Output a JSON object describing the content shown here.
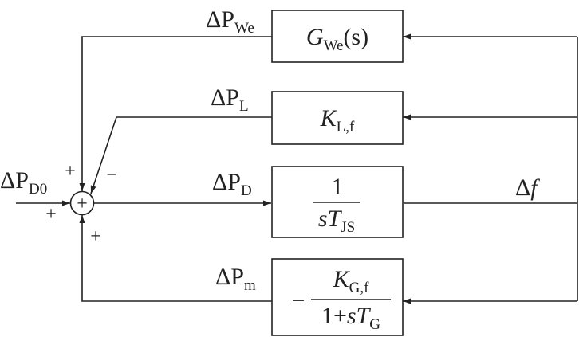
{
  "signals": {
    "dP_We": {
      "main": "ΔP",
      "sub": "We"
    },
    "dP_L": {
      "main": "ΔP",
      "sub": "L"
    },
    "dP_D": {
      "main": "ΔP",
      "sub": "D"
    },
    "dP_m": {
      "main": "ΔP",
      "sub": "m"
    },
    "dP_D0": {
      "main": "ΔP",
      "sub": "D0"
    },
    "df": {
      "delta": "Δ",
      "var": "f"
    }
  },
  "blocks": {
    "wind": {
      "name": "G",
      "sub": "We",
      "arg": "(s)"
    },
    "load": {
      "name": "K",
      "sub": "L,f"
    },
    "inertia": {
      "num": "1",
      "den_s": "s",
      "den_T": "T",
      "den_sub": "JS"
    },
    "gen": {
      "minus": "−",
      "num_K": "K",
      "num_sub": "G,f",
      "den_pre": "1+",
      "den_s": "s",
      "den_T": "T",
      "den_sub": "G"
    }
  },
  "summing": {
    "symbol": "+",
    "signs": {
      "top": "+",
      "load": "−",
      "left": "+",
      "bottom": "+"
    }
  }
}
